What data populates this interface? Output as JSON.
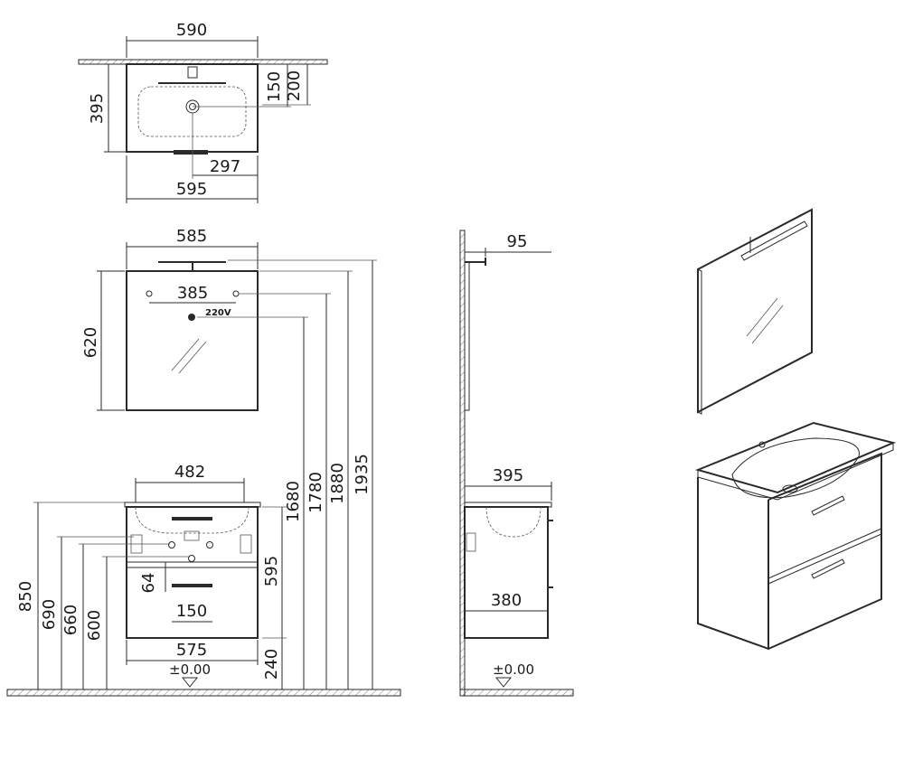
{
  "dimensions": {
    "top_width_590": "590",
    "top_depth_395": "395",
    "top_150": "150",
    "top_200": "200",
    "top_297": "297",
    "top_595": "595",
    "mirror_width_585": "585",
    "mirror_holes_385": "385",
    "mirror_height_620": "620",
    "power_label": "220V",
    "unit_482": "482",
    "unit_64": "64",
    "unit_150": "150",
    "unit_575": "575",
    "unit_595": "595",
    "unit_240": "240",
    "floor_level_front": "±0.00",
    "h_850": "850",
    "h_690": "690",
    "h_660": "660",
    "h_600": "600",
    "h_1680": "1680",
    "h_1780": "1780",
    "h_1880": "1880",
    "h_1935": "1935",
    "side_95": "95",
    "side_395": "395",
    "side_380": "380",
    "floor_level_side": "±0.00"
  },
  "colors": {
    "line": "#2a2a2a",
    "text": "#1a1a1a",
    "background": "#ffffff"
  }
}
